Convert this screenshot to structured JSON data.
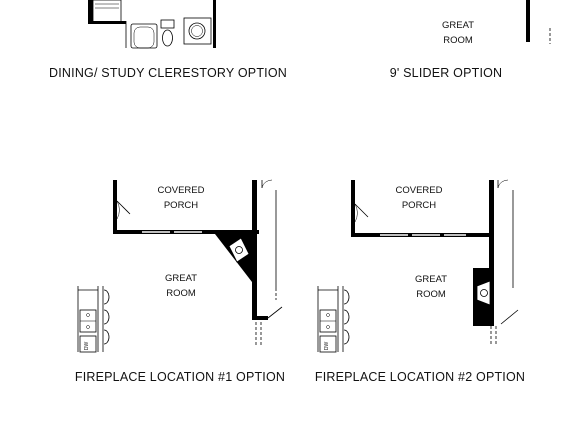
{
  "captions": {
    "dining_study": "DINING/ STUDY CLERESTORY OPTION",
    "slider": "9' SLIDER OPTION",
    "fireplace1": "FIREPLACE LOCATION #1 OPTION",
    "fireplace2": "FIREPLACE LOCATION #2 OPTION"
  },
  "rooms": {
    "top_great_line1": "GREAT",
    "top_great_line2": "ROOM",
    "fp1_porch_line1": "COVERED",
    "fp1_porch_line2": "PORCH",
    "fp1_great_line1": "GREAT",
    "fp1_great_line2": "ROOM",
    "fp2_porch_line1": "COVERED",
    "fp2_porch_line2": "PORCH",
    "fp2_great_line1": "GREAT",
    "fp2_great_line2": "ROOM"
  },
  "appliance_labels": {
    "fp1_dw": "DW",
    "fp2_dw": "DW"
  }
}
